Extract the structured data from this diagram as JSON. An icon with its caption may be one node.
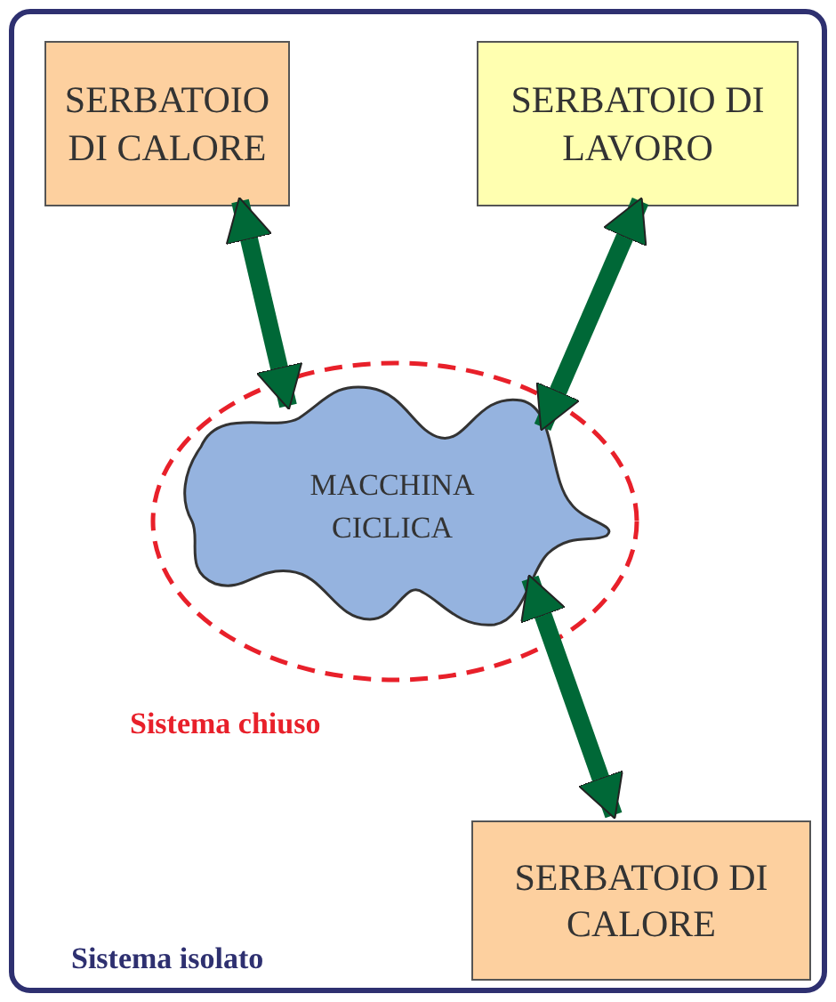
{
  "diagram": {
    "nodes": [
      {
        "text": [
          "Sistema isolato"
        ]
      },
      {
        "text": [
          "SERBATOIO DI CALORE"
        ],
        "in": 0
      },
      {
        "text": [
          "SERBATOIO DI LAVORO"
        ],
        "in": 0
      },
      {
        "text": [
          "Sistema chiuso"
        ],
        "in": 0
      },
      {
        "text": [
          "MACCHINA CICLICA"
        ],
        "in": 3
      },
      {
        "text": [
          "SERBATOIO DI CALORE"
        ],
        "in": 0
      }
    ],
    "edges": [
      {
        "from": 1,
        "to": 4,
        "arrow": "both"
      },
      {
        "from": 2,
        "to": 4,
        "arrow": "both"
      },
      {
        "from": 4,
        "to": 5,
        "arrow": "both"
      }
    ]
  }
}
